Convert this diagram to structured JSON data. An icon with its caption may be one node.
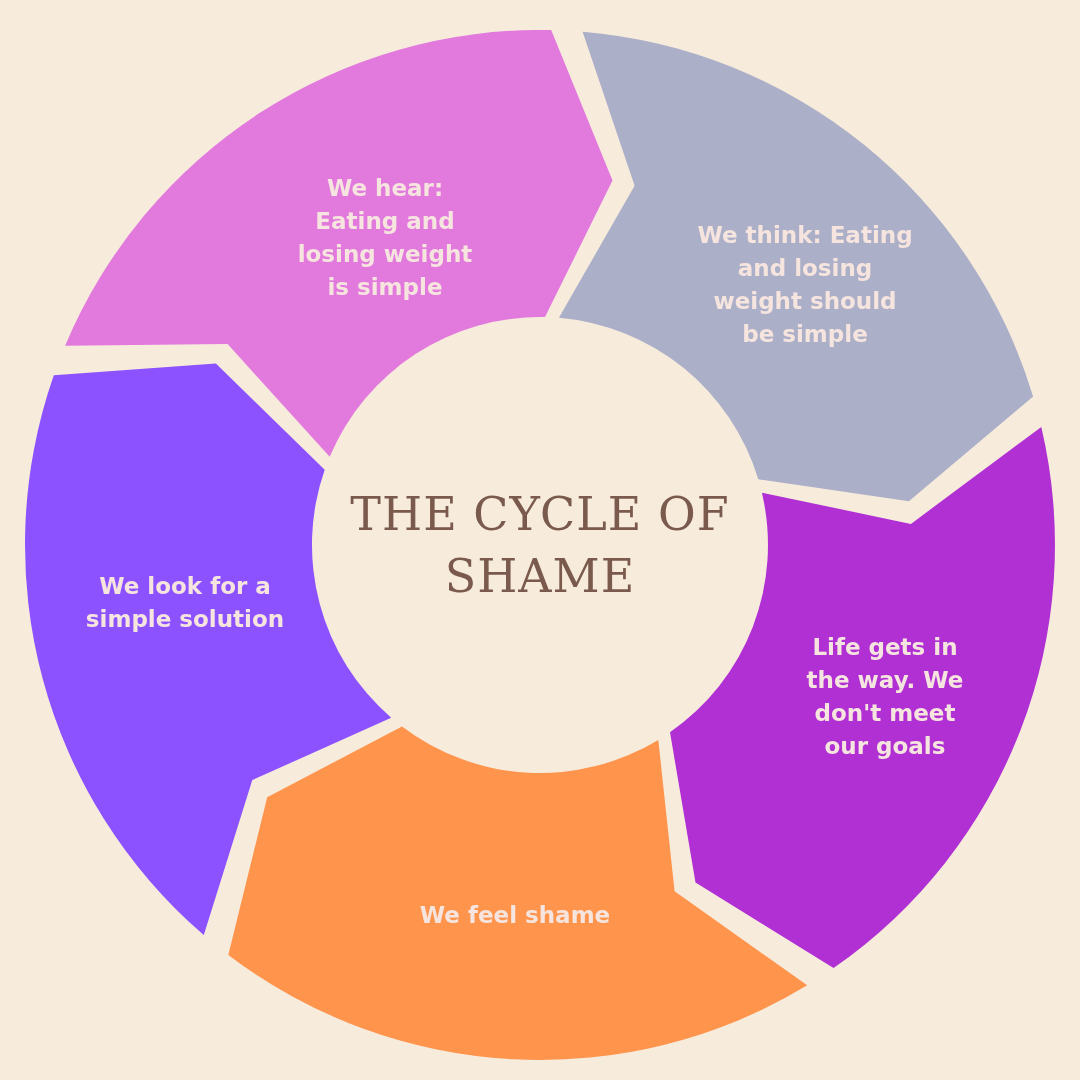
{
  "diagram": {
    "nodes": [
      {
        "text": [
          "THE CYCLE OF SHAME"
        ]
      },
      {
        "text": [
          "We hear: Eating and losing weight is simple"
        ]
      },
      {
        "text": [
          "We think: Eating and losing weight should be simple"
        ]
      },
      {
        "text": [
          "Life gets in the way. We don't meet our goals"
        ]
      },
      {
        "text": [
          "We feel shame"
        ]
      },
      {
        "text": [
          "We look for a simple solution"
        ]
      }
    ]
  }
}
